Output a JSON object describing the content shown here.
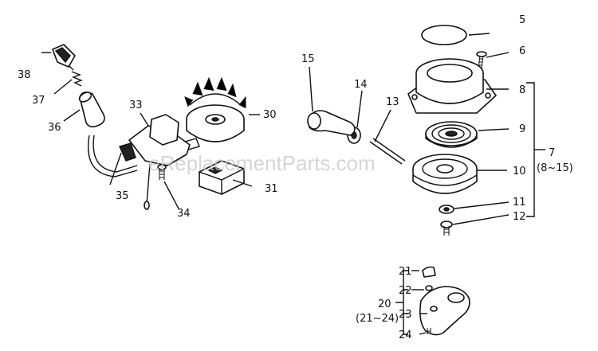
{
  "watermark": "eReplacementParts.com",
  "callouts": {
    "p5": "5",
    "p6": "6",
    "p7": "7",
    "p7_range": "(8~15)",
    "p8": "8",
    "p9": "9",
    "p10": "10",
    "p11": "11",
    "p12": "12",
    "p13": "13",
    "p14": "14",
    "p15": "15",
    "p20": "20",
    "p20_range": "(21~24)",
    "p21": "21",
    "p22": "22",
    "p23": "23",
    "p24": "24",
    "p30": "30",
    "p31": "31",
    "p33": "33",
    "p34": "34",
    "p35": "35",
    "p36": "36",
    "p37": "37",
    "p38": "38"
  }
}
